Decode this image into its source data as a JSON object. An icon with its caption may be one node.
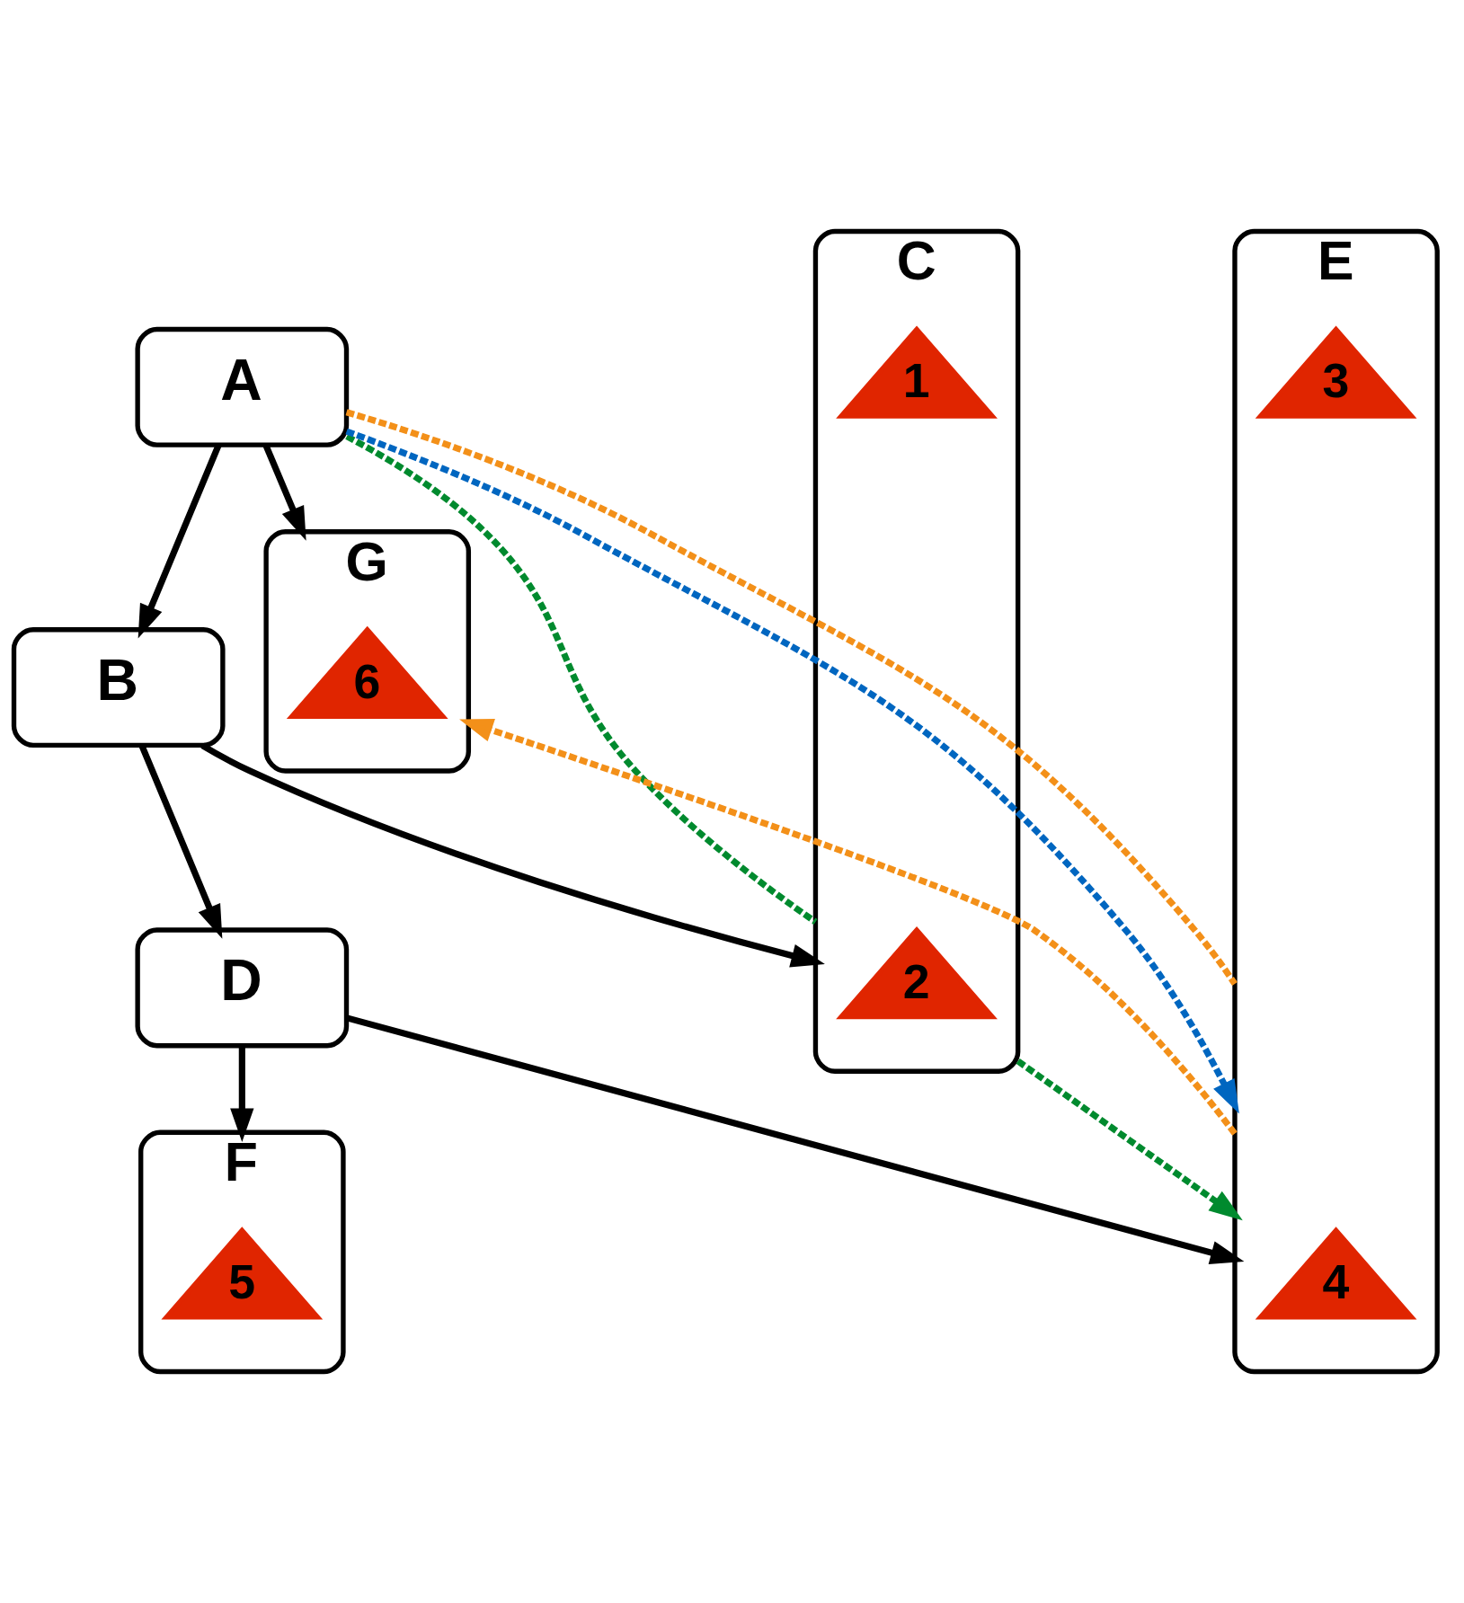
{
  "diagram": {
    "nodes": [
      {
        "text": [
          "A"
        ]
      },
      {
        "text": [
          "B"
        ]
      },
      {
        "text": [
          "G"
        ]
      },
      {
        "text": [
          "6"
        ],
        "in": 2
      },
      {
        "text": [
          "C"
        ]
      },
      {
        "text": [
          "1"
        ],
        "in": 4
      },
      {
        "text": [
          "2"
        ],
        "in": 4
      },
      {
        "text": [
          "D"
        ]
      },
      {
        "text": [
          "E"
        ]
      },
      {
        "text": [
          "3"
        ],
        "in": 8
      },
      {
        "text": [
          "4"
        ],
        "in": 8
      },
      {
        "text": [
          "F"
        ]
      },
      {
        "text": [
          "5"
        ],
        "in": 11
      }
    ],
    "edges": [
      {
        "from": 0,
        "to": 1,
        "arrow": "to"
      },
      {
        "from": 0,
        "to": 2,
        "arrow": "to"
      },
      {
        "from": 1,
        "to": 4,
        "arrow": "to"
      },
      {
        "from": 1,
        "to": 7,
        "arrow": "to"
      },
      {
        "from": 7,
        "to": 8,
        "arrow": "to"
      },
      {
        "from": 7,
        "to": 11,
        "arrow": "to"
      },
      {
        "from": 0,
        "to": 4,
        "arrow": "none",
        "style": "dashed",
        "color": "#008a2e"
      },
      {
        "from": 4,
        "to": 8,
        "arrow": "to",
        "style": "dashed",
        "color": "#008a2e"
      },
      {
        "from": 0,
        "to": 8,
        "arrow": "to",
        "style": "dashed",
        "color": "#0066c0"
      },
      {
        "from": 0,
        "to": 8,
        "arrow": "none",
        "style": "dashed",
        "color": "#f39019"
      },
      {
        "from": 8,
        "to": 2,
        "arrow": "to",
        "style": "dashed",
        "color": "#f39019"
      }
    ]
  }
}
